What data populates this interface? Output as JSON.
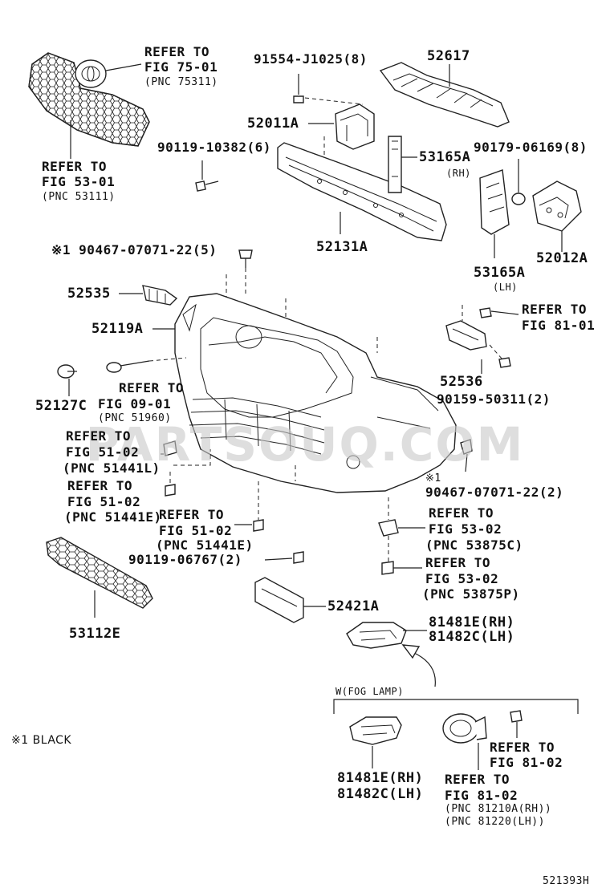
{
  "watermark": "PARTSOUQ.COM",
  "diagram_code": "521393H",
  "note": "※1 BLACK",
  "fog_group_label": "W(FOG LAMP)",
  "labels": {
    "refer_75": [
      "REFER TO",
      "FIG 75-01",
      "(PNC 75311)"
    ],
    "refer_53_grille": [
      "REFER TO",
      "FIG 53-01",
      "(PNC 53111)"
    ],
    "p91554": "91554-J1025(8)",
    "p52617": "52617",
    "p52011A": "52011A",
    "p90119_10382": "90119-10382(6)",
    "p53165A_rh": [
      "53165A",
      "(RH)"
    ],
    "p90179": "90179-06169(8)",
    "p52131A": "52131A",
    "p90467_top": "※1 90467-07071-22(5)",
    "p52012A": "52012A",
    "p53165A_lh": [
      "53165A",
      "(LH)"
    ],
    "p52535": "52535",
    "refer_81_01": [
      "REFER TO",
      "FIG 81-01"
    ],
    "p52119A": "52119A",
    "refer_09": [
      "REFER TO",
      "FIG 09-01",
      "(PNC 51960)"
    ],
    "p52127C": "52127C",
    "p52536": "52536",
    "p90159": "90159-50311(2)",
    "refer_51_l": [
      "REFER TO",
      "FIG 51-02",
      "(PNC 51441L)"
    ],
    "p90467_bottom": [
      "※1",
      "90467-07071-22(2)"
    ],
    "refer_51_e1": [
      "REFER TO",
      "FIG 51-02",
      "(PNC 51441E)"
    ],
    "refer_51_e2": [
      "REFER TO",
      "FIG 51-02",
      "(PNC 51441E)"
    ],
    "refer_53_875c": [
      "REFER TO",
      "FIG 53-02",
      "(PNC 53875C)"
    ],
    "p90119_06767": "90119-06767(2)",
    "refer_53_875p": [
      "REFER TO",
      "FIG 53-02",
      "(PNC 53875P)"
    ],
    "p53112E": "53112E",
    "p52421A": "52421A",
    "p81481E_top": [
      "81481E(RH)",
      "81482C(LH)"
    ],
    "p81481E_bottom": [
      "81481E(RH)",
      "81482C(LH)"
    ],
    "refer_81_02_a": [
      "REFER TO",
      "FIG 81-02"
    ],
    "refer_81_02_b": [
      "REFER TO",
      "FIG 81-02",
      "(PNC 81210A(RH))",
      "(PNC 81220(LH))"
    ]
  }
}
